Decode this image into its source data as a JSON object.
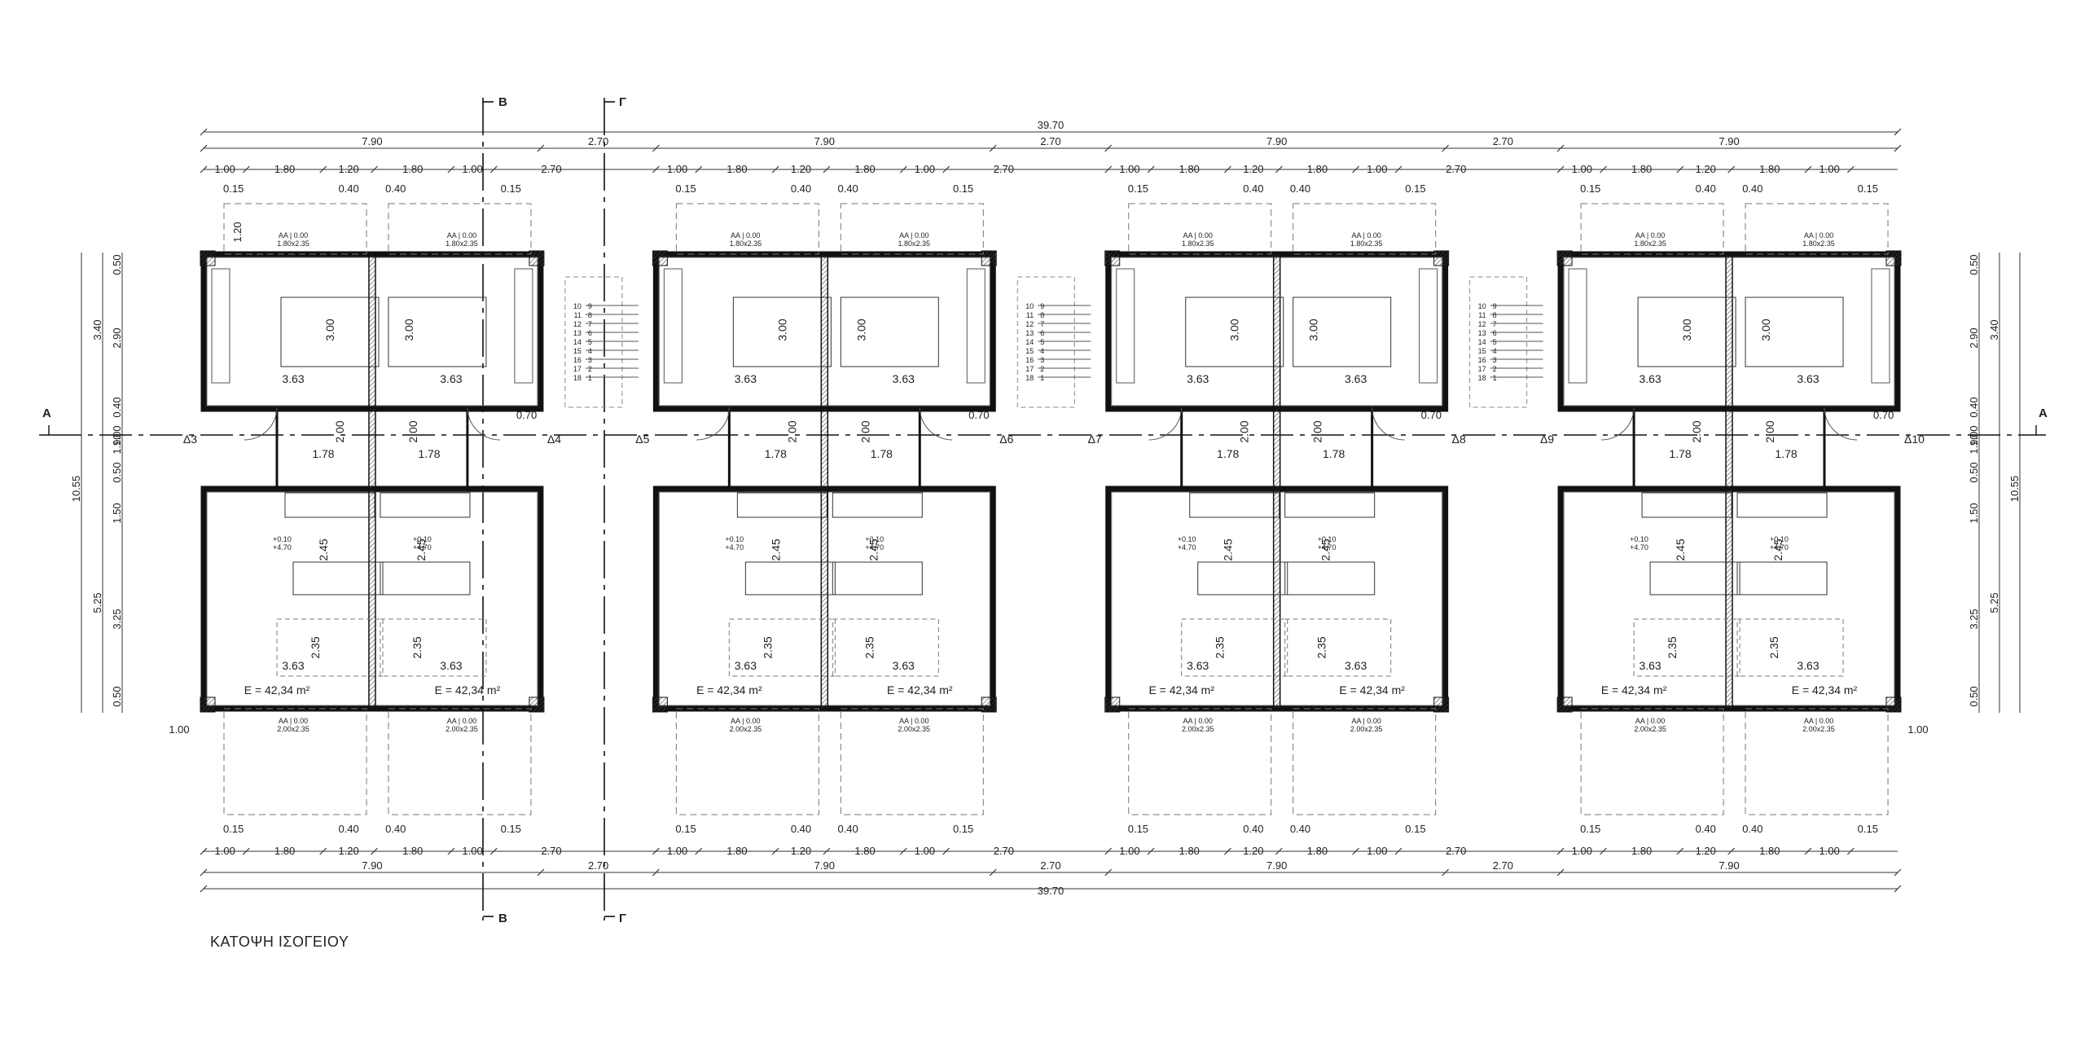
{
  "drawing": {
    "title": "ΚΑΤΟΨΗ ΙΣΟΓΕΙΟΥ",
    "section_marks": {
      "a_left": "A",
      "a_right": "A",
      "b_top": "B",
      "b_bottom": "B",
      "g_top": "Γ",
      "g_bottom": "Γ"
    }
  },
  "dimensions": {
    "overall": "39.70",
    "unit_width": "7.90",
    "gap_width": "2.70",
    "sub_row": [
      "1.00",
      "1.80",
      "1.20",
      "1.80",
      "1.00"
    ],
    "window_offsets": [
      "0.15",
      "0.40",
      "0.40",
      "0.15"
    ],
    "side_left_outer": [
      "3.40",
      "10.55",
      "5.25"
    ],
    "side_left_inner": [
      "0.50",
      "2.90",
      "0.40",
      "1.00",
      "1.90",
      "0.50",
      "1.50",
      "3.25",
      "0.50"
    ],
    "top_window_height": "1.20",
    "corner_label": "1.00",
    "right_note": "0.70"
  },
  "units": [
    {
      "left_mark": "Δ3",
      "right_mark": "Δ4"
    },
    {
      "left_mark": "Δ5",
      "right_mark": "Δ6"
    },
    {
      "left_mark": "Δ7",
      "right_mark": "Δ8"
    },
    {
      "left_mark": "Δ9",
      "right_mark": "Δ10"
    }
  ],
  "room_labels": {
    "bedroom_width": "3.63",
    "bedroom_depth": "3.00",
    "bath_depth": "2.00",
    "bath_width": "1.78",
    "living_depth": "2.45",
    "living_depth2": "2.35",
    "area": "E = 42,34 m²",
    "level_a": "+0.10",
    "level_b": "+4.70"
  },
  "windows": {
    "top_tag": "ΑΑ | 0.00",
    "top_size": "1.80x2.35",
    "bottom_tag": "ΑΑ | 0.00",
    "bottom_size": "2.00x2.35"
  },
  "stairs": {
    "upper_numbers": [
      "10",
      "11",
      "12",
      "13",
      "14",
      "15",
      "16",
      "17",
      "18"
    ],
    "lower_numbers": [
      "9",
      "8",
      "7",
      "6",
      "5",
      "4",
      "3",
      "2",
      "1"
    ]
  }
}
